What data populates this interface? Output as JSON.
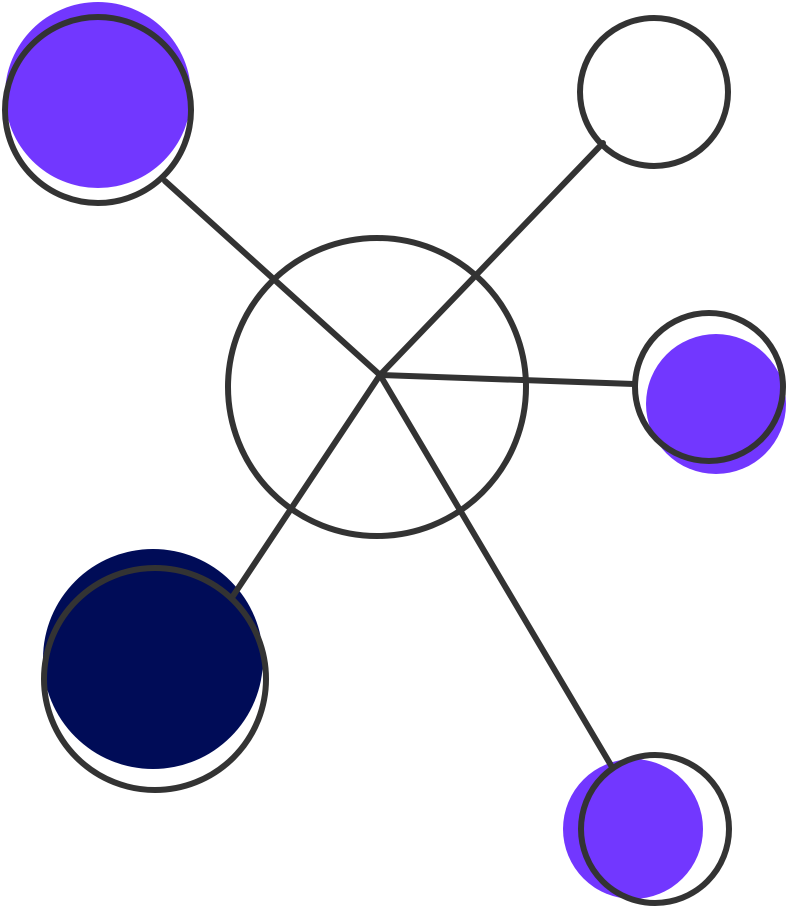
{
  "colors": {
    "outline": "#333333",
    "accent": "#7237FF",
    "dark": "#000C57",
    "background": "#FFFFFF"
  },
  "hub": {
    "name": "hub-circle",
    "fill": "none"
  },
  "nodes": [
    {
      "name": "node-top-left",
      "fill": "accent",
      "outline": true
    },
    {
      "name": "node-top-right",
      "fill": "none",
      "outline": true
    },
    {
      "name": "node-right",
      "fill": "accent",
      "outline": true
    },
    {
      "name": "node-bottom-left",
      "fill": "dark",
      "outline": true
    },
    {
      "name": "node-bottom-right",
      "fill": "accent",
      "outline": true
    }
  ]
}
